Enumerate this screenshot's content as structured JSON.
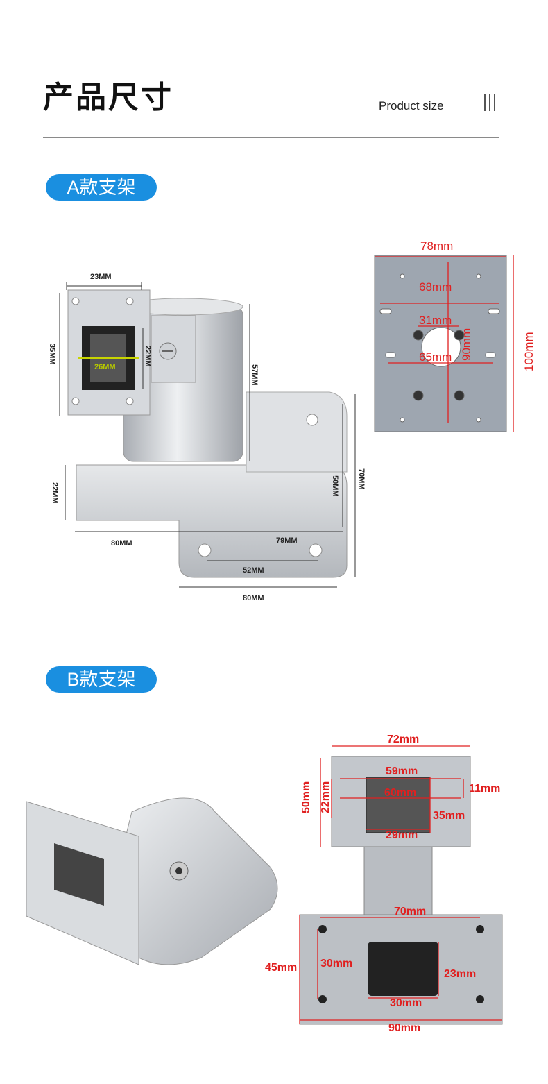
{
  "header": {
    "title": "产品尺寸",
    "subtitle": "Product size",
    "menu_icon": "vertical-bars-icon"
  },
  "section_a": {
    "label": "A款支架",
    "dims": {
      "top_width": "23MM",
      "left_height": "35MM",
      "inner_height": "22MM",
      "inner_width": "26MM",
      "body_height": "57MM",
      "base_height": "22MM",
      "base_width": "80MM",
      "foot_span": "79MM",
      "arm_height": "50MM",
      "total_height": "70MM",
      "hole_span": "52MM",
      "foot_width": "80MM"
    },
    "plate": {
      "width": "78mm",
      "hole_68": "68mm",
      "hole_31": "31mm",
      "hole_65": "65mm",
      "inner_height": "90mm",
      "height": "100mm"
    }
  },
  "section_b": {
    "label": "B款支架",
    "front": {
      "width": "72mm",
      "hole_59": "59mm",
      "window": "60mm",
      "right_offset": "11mm",
      "height": "50mm",
      "inner_h": "22mm",
      "window_h": "35mm",
      "bottom": "29mm"
    },
    "base": {
      "hole_span": "70mm",
      "height": "45mm",
      "hole_v": "30mm",
      "window_h": "23mm",
      "window_w": "30mm",
      "width": "90mm"
    }
  },
  "colors": {
    "accent": "#1a8fe0",
    "dimension_red": "#e02020",
    "metal": "#c8cbd0"
  }
}
